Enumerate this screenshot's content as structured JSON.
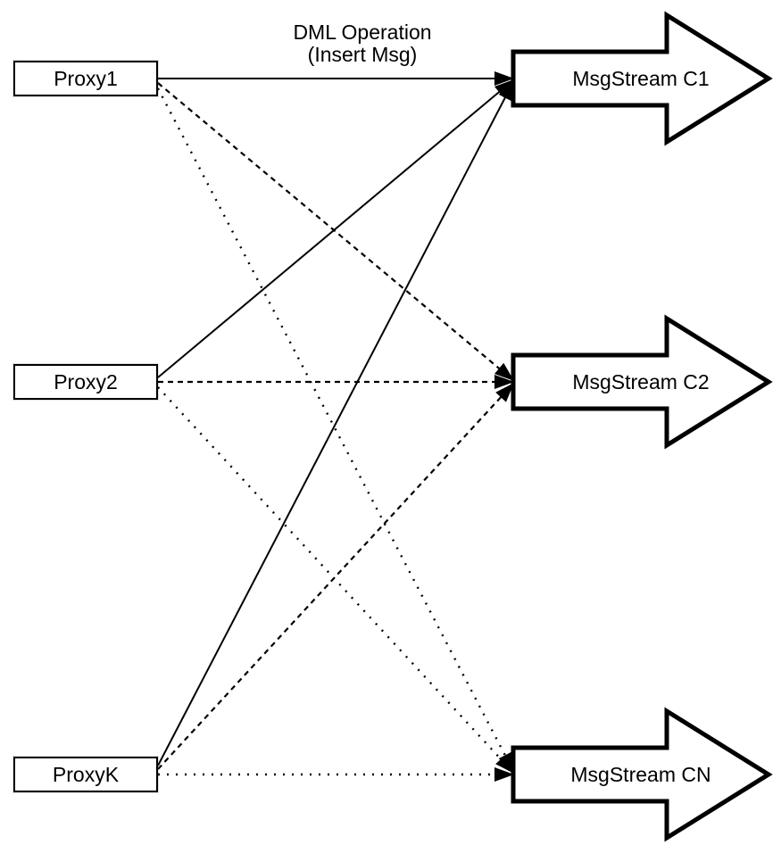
{
  "diagram": {
    "title": {
      "line1": "DML Operation",
      "line2": "(Insert Msg)"
    },
    "proxies": [
      {
        "id": "proxy1",
        "label": "Proxy1"
      },
      {
        "id": "proxy2",
        "label": "Proxy2"
      },
      {
        "id": "proxyk",
        "label": "ProxyK"
      }
    ],
    "streams": [
      {
        "id": "c1",
        "label": "MsgStream C1"
      },
      {
        "id": "c2",
        "label": "MsgStream C2"
      },
      {
        "id": "cn",
        "label": "MsgStream CN"
      }
    ],
    "connections": [
      {
        "from": "Proxy1",
        "to": "MsgStream C1",
        "style": "solid"
      },
      {
        "from": "Proxy1",
        "to": "MsgStream C2",
        "style": "dashed"
      },
      {
        "from": "Proxy1",
        "to": "MsgStream CN",
        "style": "dotted"
      },
      {
        "from": "Proxy2",
        "to": "MsgStream C1",
        "style": "solid"
      },
      {
        "from": "Proxy2",
        "to": "MsgStream C2",
        "style": "dashed"
      },
      {
        "from": "Proxy2",
        "to": "MsgStream CN",
        "style": "dotted"
      },
      {
        "from": "ProxyK",
        "to": "MsgStream C1",
        "style": "solid"
      },
      {
        "from": "ProxyK",
        "to": "MsgStream C2",
        "style": "dashed"
      },
      {
        "from": "ProxyK",
        "to": "MsgStream CN",
        "style": "dotted"
      }
    ],
    "colors": {
      "line": "#000000",
      "shape_fill": "#ffffff",
      "shape_stroke": "#000000",
      "text": "#000000",
      "background": "#ffffff"
    }
  }
}
